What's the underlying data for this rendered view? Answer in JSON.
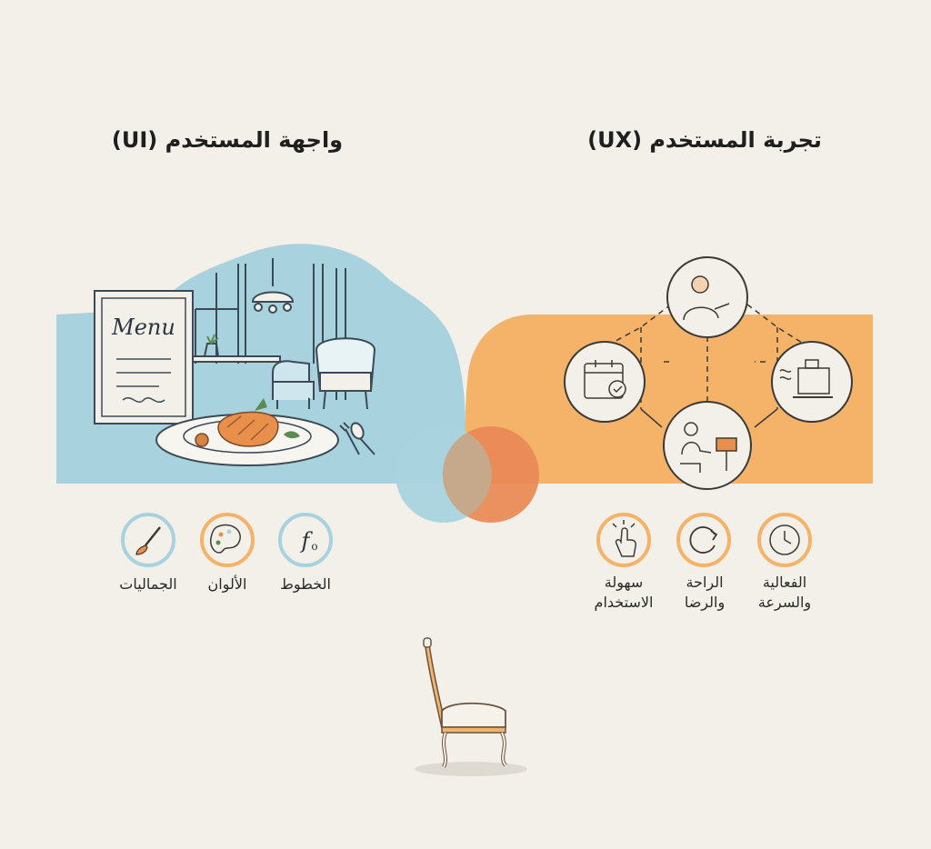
{
  "ui_section": {
    "title": "واجهة المستخدم (UI)",
    "menu_board_text": "Menu",
    "features": [
      {
        "label": "الخطوط",
        "icon": "fonts-icon"
      },
      {
        "label": "الألوان",
        "icon": "color-palette-icon"
      },
      {
        "label": "الجماليات",
        "icon": "paintbrush-icon"
      }
    ]
  },
  "ux_section": {
    "title": "تجربة المستخدم (UX)",
    "journey_icons": [
      "customer-service-icon",
      "reservation-calendar-icon",
      "cash-register-icon",
      "dining-guest-icon"
    ],
    "features": [
      {
        "label_line1": "الفعالية",
        "label_line2": "والسرعة",
        "icon": "clock-icon"
      },
      {
        "label_line1": "الراحة",
        "label_line2": "والرضا",
        "icon": "refresh-cycle-icon"
      },
      {
        "label_line1": "سهولة",
        "label_line2": "الاستخدام",
        "icon": "tap-gesture-icon"
      }
    ]
  },
  "colors": {
    "background": "#f3f0ea",
    "ui_blue": "#a8d3de",
    "ux_orange": "#f5b36a",
    "overlap": "#c6a98a",
    "venn_orange": "#ea8a57"
  }
}
